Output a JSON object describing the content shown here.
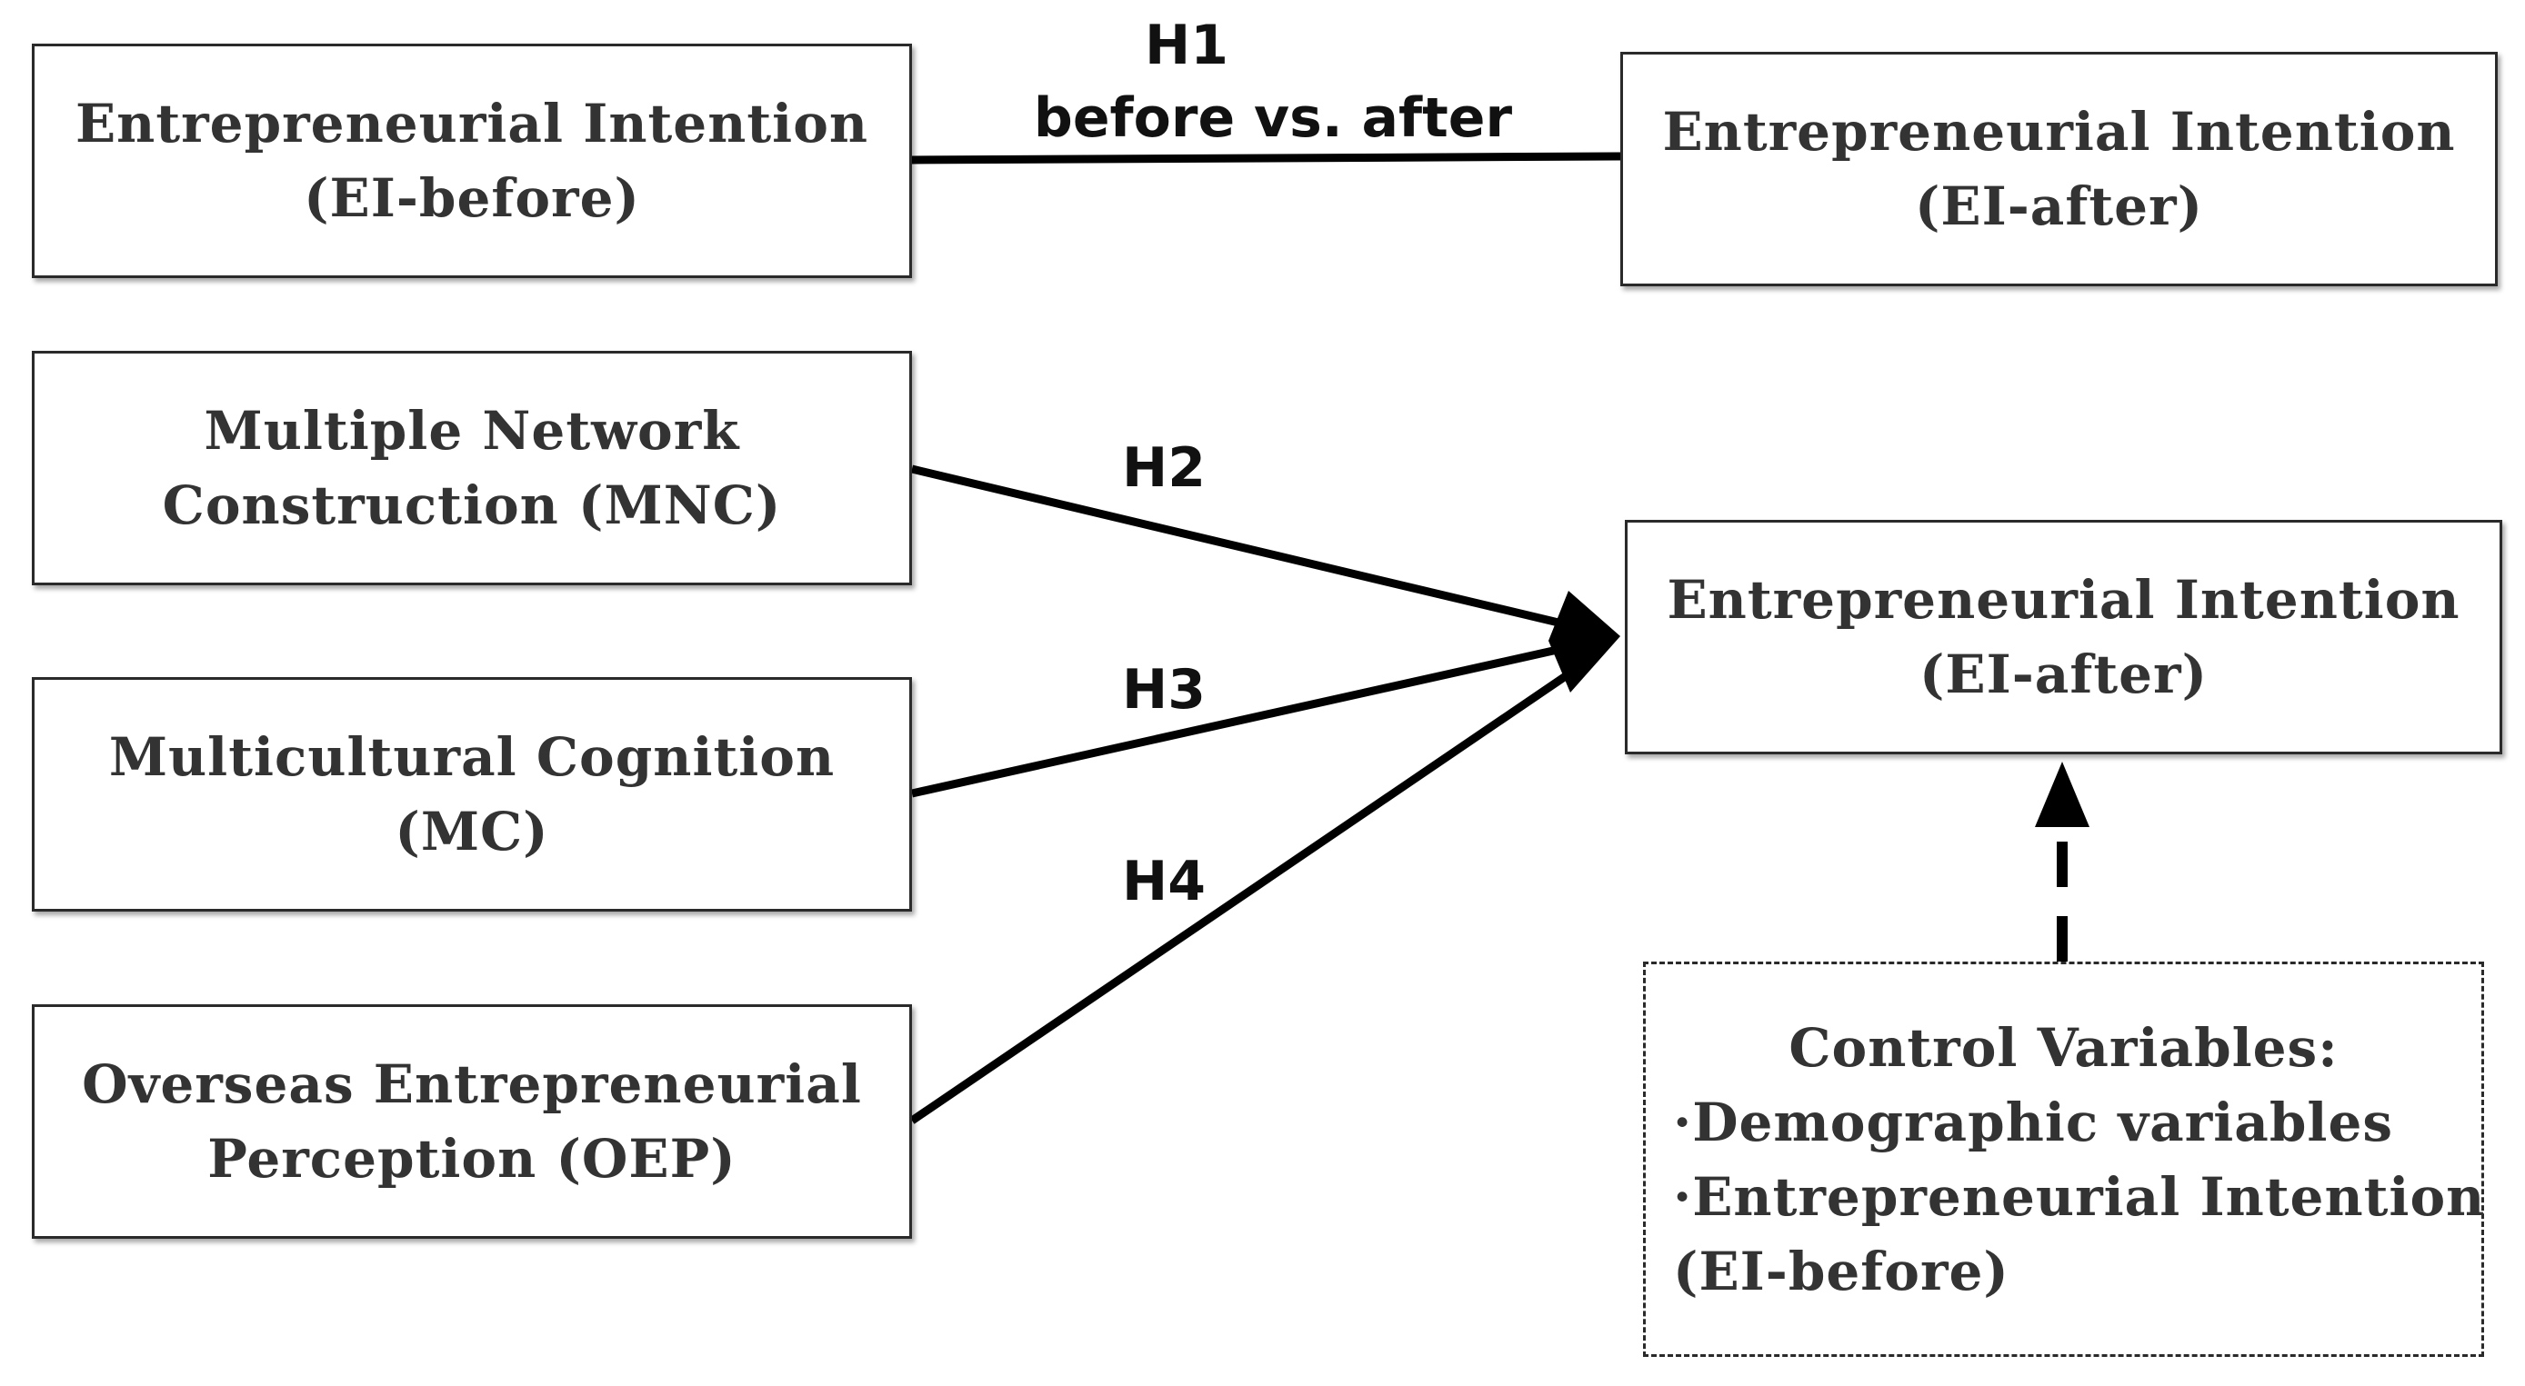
{
  "boxes": {
    "ei_before": {
      "line1": "Entrepreneurial Intention",
      "line2": "(EI-before)"
    },
    "ei_after_top": {
      "line1": "Entrepreneurial Intention",
      "line2": "(EI-after)"
    },
    "mnc": {
      "line1": "Multiple Network",
      "line2": "Construction (MNC)"
    },
    "mc": {
      "line1": "Multicultural Cognition",
      "line2": "(MC)"
    },
    "oep": {
      "line1": "Overseas Entrepreneurial",
      "line2": "Perception (OEP)"
    },
    "ei_after": {
      "line1": "Entrepreneurial Intention",
      "line2": "(EI-after)"
    },
    "controls": {
      "title": "Control Variables:",
      "item1": "·Demographic variables",
      "item2": "·Entrepreneurial Intention",
      "item3": "(EI-before)"
    }
  },
  "hypotheses": {
    "h1": {
      "label": "H1",
      "sublabel": "before vs. after"
    },
    "h2": {
      "label": "H2"
    },
    "h3": {
      "label": "H3"
    },
    "h4": {
      "label": "H4"
    }
  },
  "colors": {
    "line": "#000000",
    "border": "#2a2a2a",
    "text": "#333333"
  }
}
